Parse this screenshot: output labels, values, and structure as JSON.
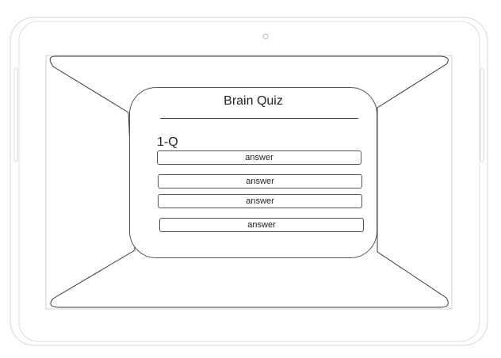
{
  "quiz": {
    "title": "Brain Quiz",
    "question_label": "1-Q",
    "answers": [
      {
        "label": "answer"
      },
      {
        "label": "answer"
      },
      {
        "label": "answer"
      },
      {
        "label": "answer"
      }
    ]
  }
}
